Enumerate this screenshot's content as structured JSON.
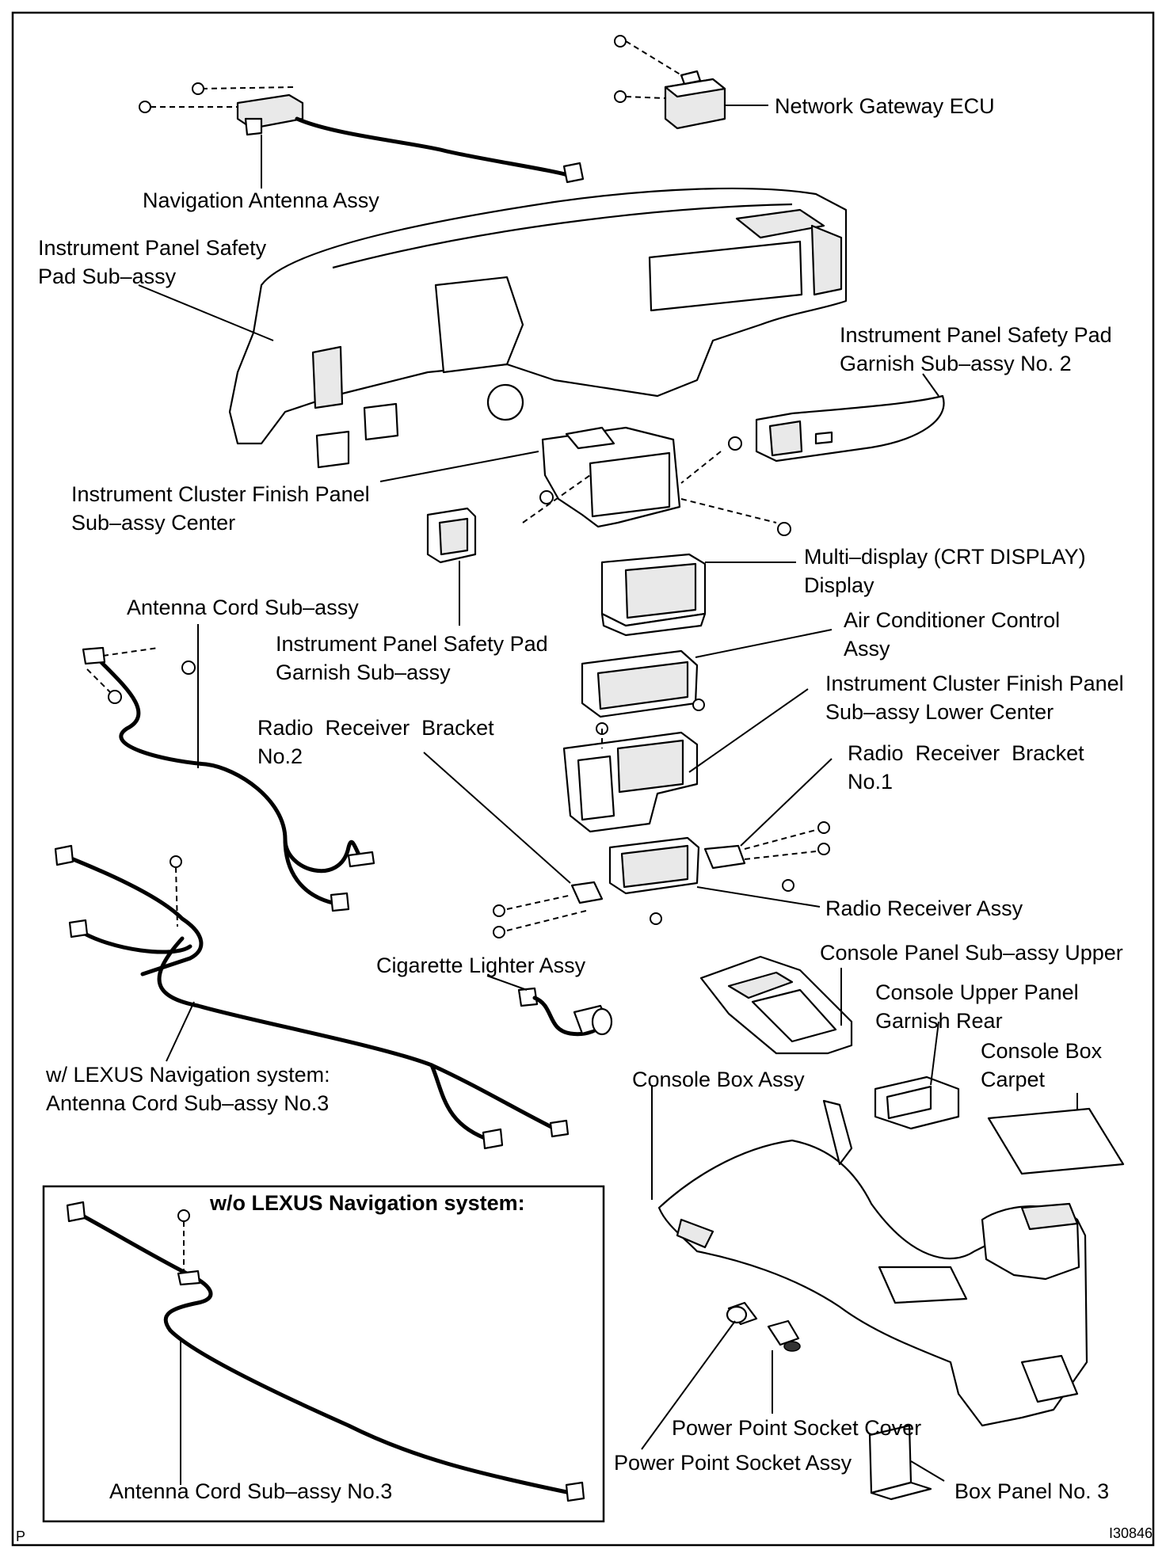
{
  "labels": {
    "network_gateway_ecu": "Network Gateway ECU",
    "navigation_antenna_assy": "Navigation Antenna Assy",
    "instrument_panel_safety_pad_sub_assy_1": "Instrument Panel Safety",
    "instrument_panel_safety_pad_sub_assy_2": "Pad Sub–assy",
    "garnish_no2_1": "Instrument Panel Safety Pad",
    "garnish_no2_2": "Garnish Sub–assy No. 2",
    "cluster_finish_center_1": "Instrument Cluster Finish Panel",
    "cluster_finish_center_2": "Sub–assy Center",
    "multi_display_1": "Multi–display (CRT DISPLAY)",
    "multi_display_2": "Display",
    "antenna_cord_sub_assy": "Antenna Cord Sub–assy",
    "garnish_sub_assy_1": "Instrument Panel Safety Pad",
    "garnish_sub_assy_2": "Garnish Sub–assy",
    "ac_control_1": "Air Conditioner Control",
    "ac_control_2": "Assy",
    "cluster_finish_lower_1": "Instrument Cluster Finish Panel",
    "cluster_finish_lower_2": "Sub–assy Lower Center",
    "radio_bracket_no2_1": "Radio  Receiver  Bracket",
    "radio_bracket_no2_2": "No.2",
    "radio_bracket_no1_1": "Radio  Receiver  Bracket",
    "radio_bracket_no1_2": "No.1",
    "radio_receiver_assy": "Radio Receiver Assy",
    "cigarette_lighter_assy": "Cigarette Lighter Assy",
    "console_panel_upper": "Console Panel Sub–assy Upper",
    "console_upper_garnish_1": "Console Upper Panel",
    "console_upper_garnish_2": "Garnish Rear",
    "console_box_carpet_1": "Console Box",
    "console_box_carpet_2": "Carpet",
    "console_box_assy": "Console Box Assy",
    "w_lexus_nav_1": "w/ LEXUS Navigation system:",
    "w_lexus_nav_2": "Antenna Cord Sub–assy No.3",
    "wo_lexus_nav_title": "w/o LEXUS Navigation system:",
    "antenna_cord_no3": "Antenna Cord Sub–assy No.3",
    "power_point_socket_cover": "Power Point Socket Cover",
    "power_point_socket_assy": "Power Point Socket Assy",
    "box_panel_no3": "Box Panel No. 3",
    "corner_mark": "P",
    "figure_code": "I30846"
  }
}
